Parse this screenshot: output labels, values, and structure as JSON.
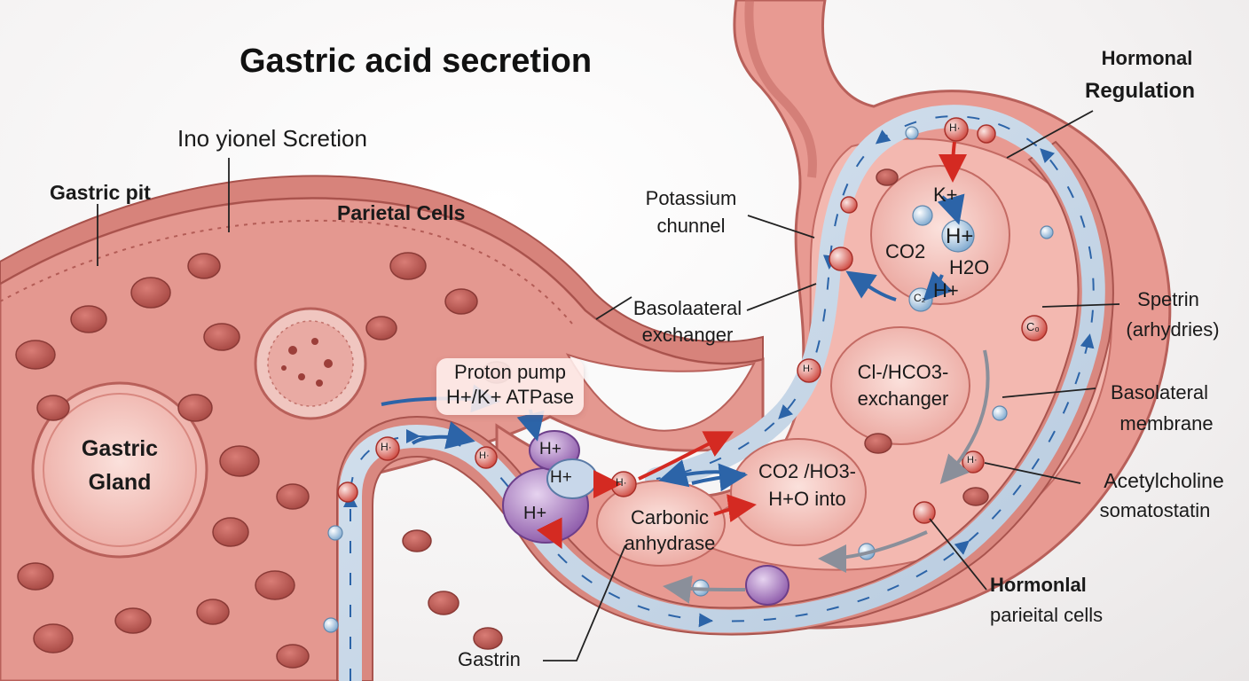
{
  "title": "Gastric acid secretion",
  "labels": {
    "ino_yionel": "Ino yionel Scretion",
    "gastric_pit": "Gastric pit",
    "parietal_cells": "Parietal Cells",
    "gastric_gland_1": "Gastric",
    "gastric_gland_2": "Gland",
    "proton_pump_1": "Proton pump",
    "proton_pump_2": "H+/K+ ATPase",
    "potassium_1": "Potassium",
    "potassium_2": "chunnel",
    "basolaateral_1": "Basolaateral",
    "basolaateral_2": "exchanger",
    "hormonal_reg_1": "Hormonal",
    "hormonal_reg_2": "Regulation",
    "k_plus": "K+",
    "h_plus": "H+",
    "co2": "CO2",
    "h2o": "H2O",
    "h_plus_small": "H+",
    "cl_hco3_1": "Cl-/HCO3-",
    "cl_hco3_2": "exchanger",
    "spetrin_1": "Spetrin",
    "spetrin_2": "(arhydries)",
    "basolateral_membrane_1": "Basolateral",
    "basolateral_membrane_2": "membrane",
    "co2_hco3_1": "CO2 /HO3-",
    "co2_hco3_2": "H+O into",
    "carbonic_1": "Carbonic",
    "carbonic_2": "anhydrase",
    "acetylcholine_1": "Acetylcholine",
    "acetylcholine_2": "somatostatin",
    "hormonal_pc_1": "Hormonlal",
    "hormonal_pc_2": "parieital cells",
    "gastrin": "Gastrin",
    "pump_h1": "H+",
    "pump_h2": "H+",
    "pump_h3": "H+",
    "ion_h": "H·",
    "ion_c": "C₂",
    "ion_co": "C₀"
  },
  "colors": {
    "tissue": "#e89a92",
    "tissue_dark": "#c86a64",
    "tissue_light": "#f6c9c2",
    "channel": "#c9d9ea",
    "arrow_blue": "#2c64a8",
    "arrow_red": "#d42a22",
    "pump_purple": "#9d6bb8",
    "ion_blue": "#9ec3e0"
  }
}
